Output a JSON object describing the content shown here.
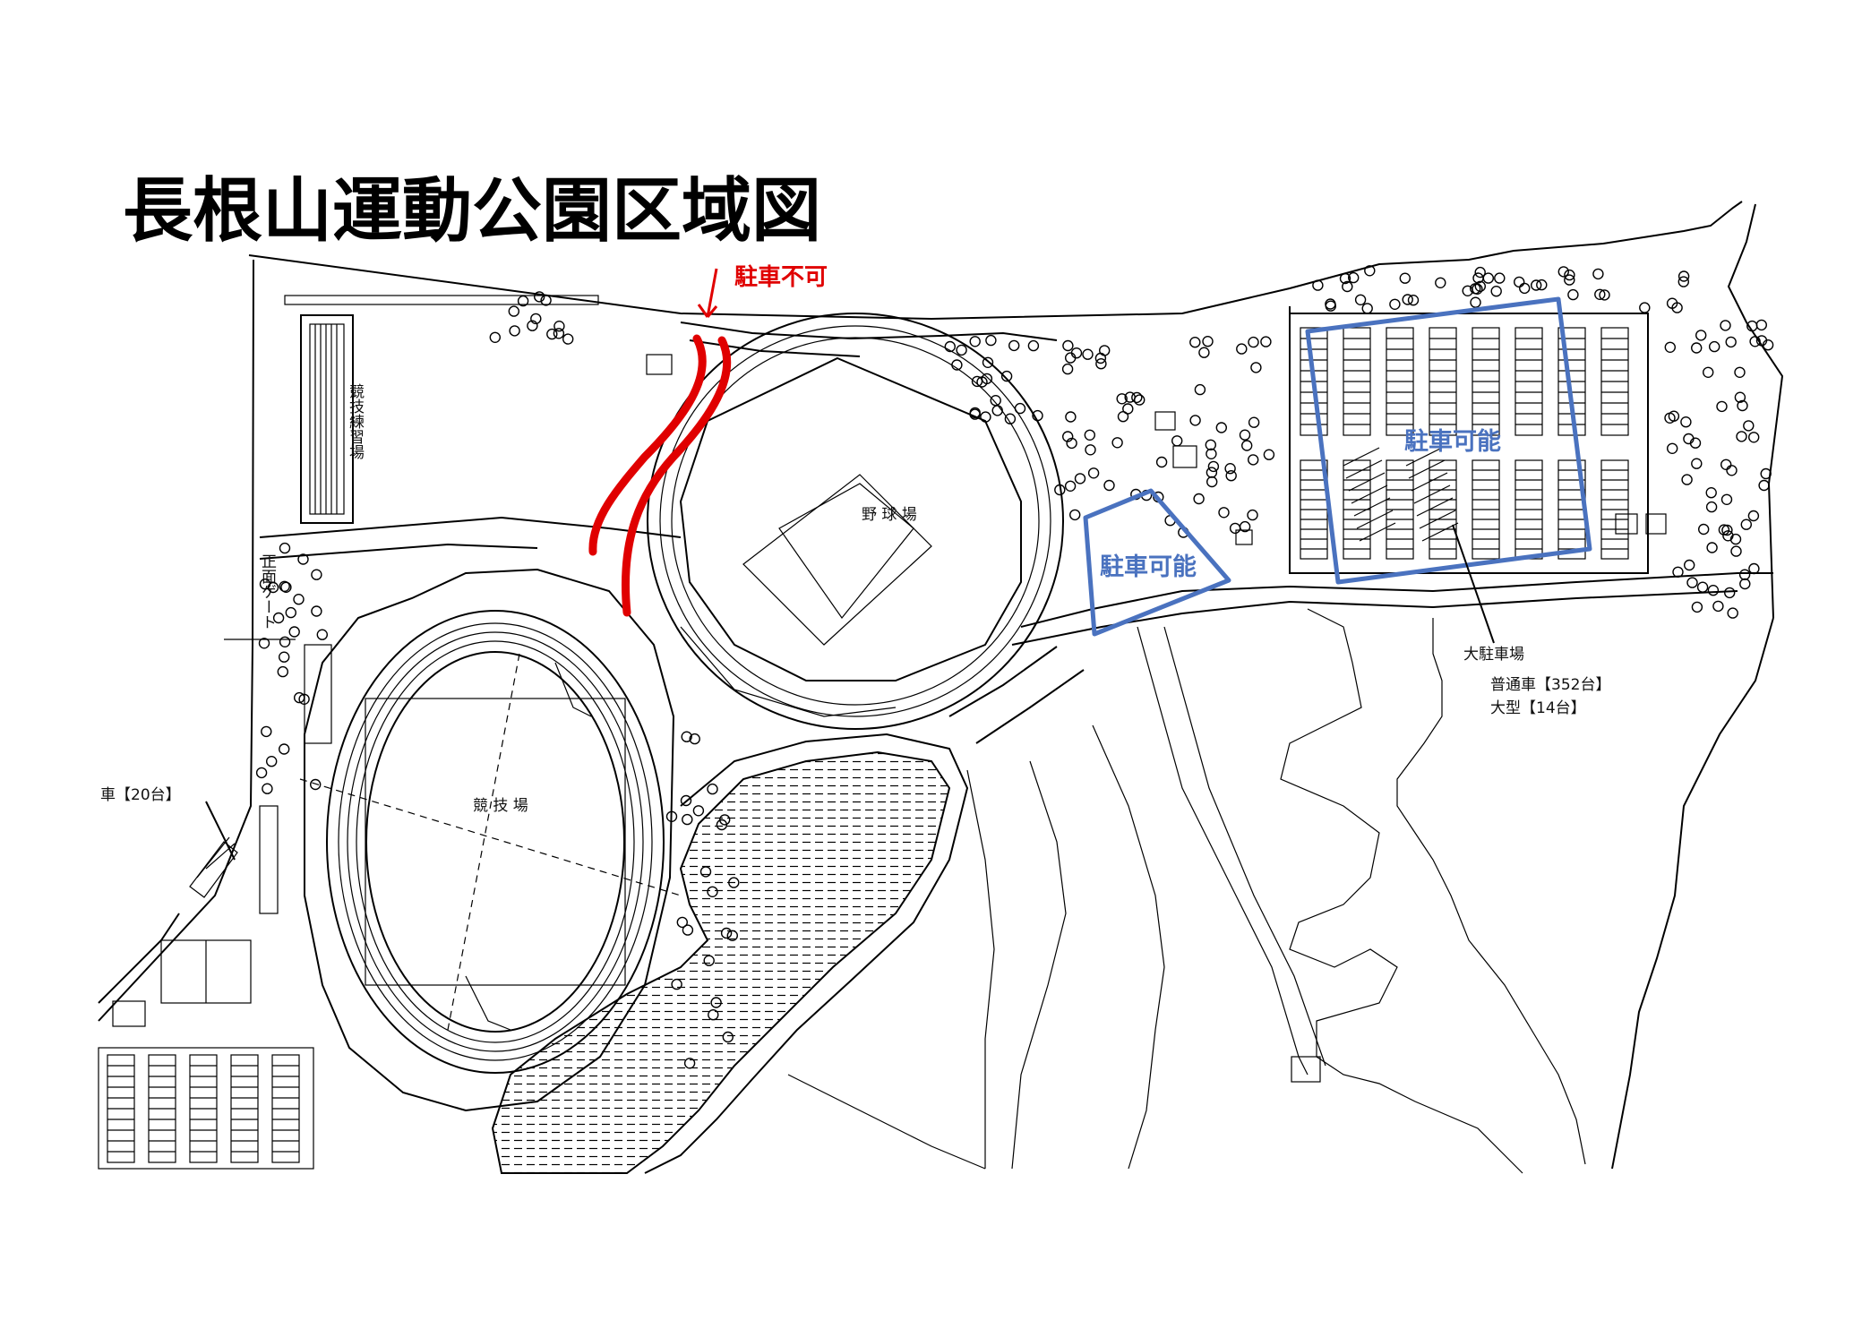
{
  "map": {
    "title": "長根山運動公園区域図",
    "no_parking_label": "駐車不可",
    "parking_ok_label_1": "駐車可能",
    "parking_ok_label_2": "駐車可能",
    "baseball_label": "野 球 場",
    "stadium_label": "競 技 場",
    "practice_label": "競技練習場",
    "gate_label": "正面ゲート",
    "small_lot_label": "車【20台】",
    "big_lot_title": "大駐車場",
    "big_lot_regular": "普通車【352台】",
    "big_lot_large": "大型【14台】",
    "colors": {
      "no_parking": "#e00000",
      "parking_ok": "#4a72bf",
      "pond_hatch": "#000000"
    }
  }
}
